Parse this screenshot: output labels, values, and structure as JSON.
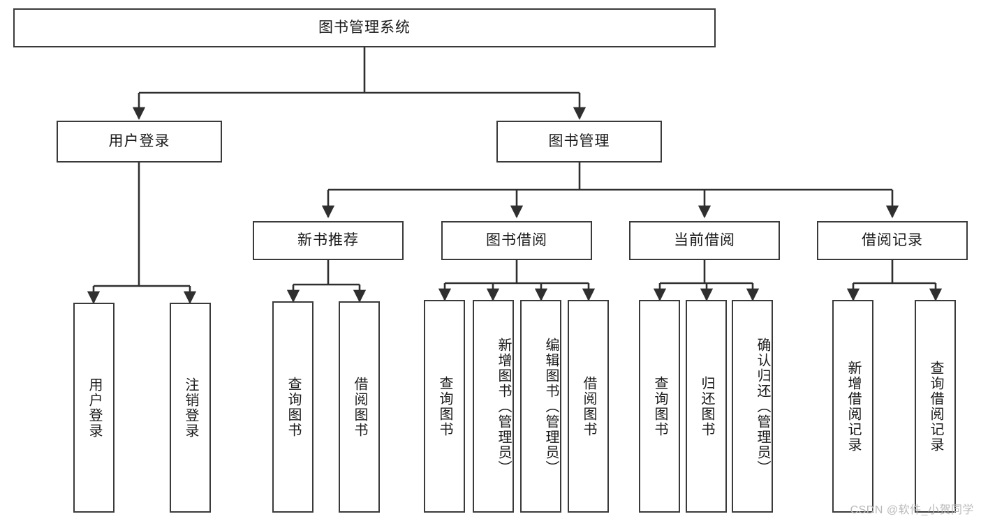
{
  "diagram": {
    "title": "图书管理系统",
    "type": "tree-hierarchy",
    "watermark": "CSDN @软件_小贺同学",
    "colors": {
      "border": "#3a3a3a",
      "background": "#ffffff",
      "text": "#1a1a1a",
      "edge": "#2f2f2f",
      "watermark": "#b9b9b9"
    },
    "root": {
      "label": "图书管理系统"
    },
    "level2": [
      {
        "label": "用户登录"
      },
      {
        "label": "图书管理"
      }
    ],
    "level3": [
      {
        "label": "新书推荐"
      },
      {
        "label": "图书借阅"
      },
      {
        "label": "当前借阅"
      },
      {
        "label": "借阅记录"
      }
    ],
    "leaves": {
      "user_login": [
        {
          "label": "用户登录"
        },
        {
          "label": "注销登录"
        }
      ],
      "new_book_recommend": [
        {
          "label": "查询图书"
        },
        {
          "label": "借阅图书"
        }
      ],
      "book_borrow": [
        {
          "label": "查询图书"
        },
        {
          "label": "新增图书（管理员）"
        },
        {
          "label": "编辑图书（管理员）"
        },
        {
          "label": "借阅图书"
        }
      ],
      "current_borrow": [
        {
          "label": "查询图书"
        },
        {
          "label": "归还图书"
        },
        {
          "label": "确认归还（管理员）"
        }
      ],
      "borrow_record": [
        {
          "label": "新增借阅记录"
        },
        {
          "label": "查询借阅记录"
        }
      ]
    }
  }
}
